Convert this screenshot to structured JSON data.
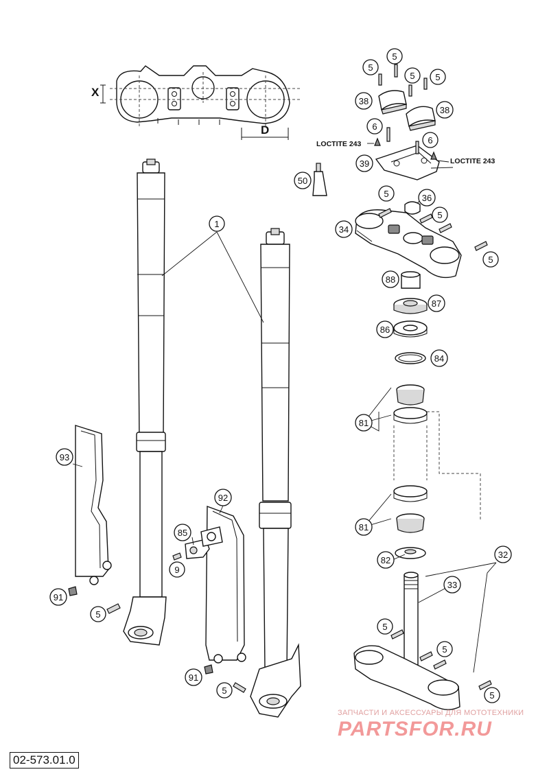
{
  "drawing_number": "02-573.01.0",
  "dimension_labels": {
    "x": "X",
    "d": "D"
  },
  "loctite": {
    "left": "LOCTITE 243",
    "right": "LOCTITE 243"
  },
  "callouts": {
    "c1": "1",
    "c5a": "5",
    "c5b": "5",
    "c5c": "5",
    "c5d": "5",
    "c5e": "5",
    "c5f": "5",
    "c5g": "5",
    "c5h": "5",
    "c5i": "5",
    "c5j": "5",
    "c5k": "5",
    "c5l": "5",
    "c6a": "6",
    "c6b": "6",
    "c9": "9",
    "c32": "32",
    "c33": "33",
    "c34": "34",
    "c36": "36",
    "c38a": "38",
    "c38b": "38",
    "c39": "39",
    "c50": "50",
    "c81a": "81",
    "c81b": "81",
    "c82": "82",
    "c84": "84",
    "c85": "85",
    "c86": "86",
    "c87": "87",
    "c88": "88",
    "c91a": "91",
    "c91b": "91",
    "c92": "92",
    "c93": "93"
  },
  "watermark": {
    "tagline": "ЗАПЧАСТИ И АКСЕССУАРЫ ДЛЯ МОТОТЕХНИКИ",
    "brand": "PARTSFOR.RU",
    "brand_color": "#f08080"
  }
}
